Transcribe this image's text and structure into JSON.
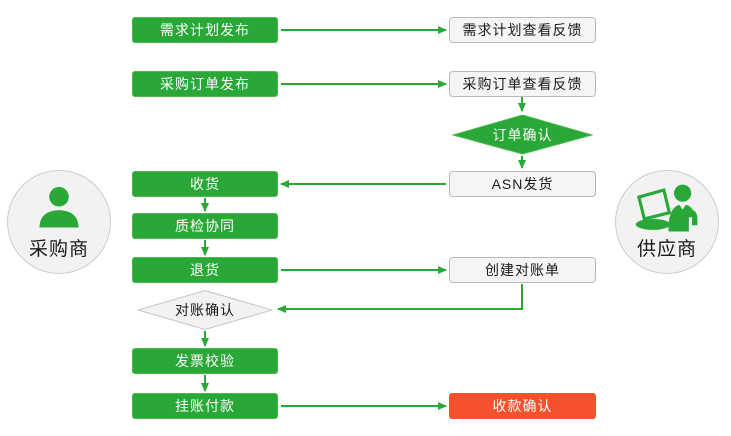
{
  "diagram": {
    "type": "procurement-collaboration-flowchart",
    "actors": {
      "buyer": {
        "label": "采购商"
      },
      "supplier": {
        "label": "供应商"
      }
    },
    "buyer_lane": [
      {
        "id": "demand-plan-publish",
        "label": "需求计划发布",
        "shape": "rect",
        "style": "green"
      },
      {
        "id": "purchase-order-publish",
        "label": "采购订单发布",
        "shape": "rect",
        "style": "green"
      },
      {
        "id": "receive-goods",
        "label": "收货",
        "shape": "rect",
        "style": "green"
      },
      {
        "id": "quality-collaboration",
        "label": "质检协同",
        "shape": "rect",
        "style": "green"
      },
      {
        "id": "return-goods",
        "label": "退货",
        "shape": "rect",
        "style": "green"
      },
      {
        "id": "reconciliation-confirm",
        "label": "对账确认",
        "shape": "diamond",
        "style": "neutral"
      },
      {
        "id": "invoice-verification",
        "label": "发票校验",
        "shape": "rect",
        "style": "green"
      },
      {
        "id": "book-payment",
        "label": "挂账付款",
        "shape": "rect",
        "style": "green"
      }
    ],
    "supplier_lane": [
      {
        "id": "demand-plan-feedback",
        "label": "需求计划查看反馈",
        "shape": "rect",
        "style": "neutral"
      },
      {
        "id": "purchase-order-feedback",
        "label": "采购订单查看反馈",
        "shape": "rect",
        "style": "neutral"
      },
      {
        "id": "order-confirm",
        "label": "订单确认",
        "shape": "diamond",
        "style": "green"
      },
      {
        "id": "asn-shipment",
        "label": "ASN发货",
        "shape": "rect",
        "style": "neutral"
      },
      {
        "id": "create-statement",
        "label": "创建对账单",
        "shape": "rect",
        "style": "neutral"
      },
      {
        "id": "payment-receipt-confirm",
        "label": "收款确认",
        "shape": "rect",
        "style": "red"
      }
    ],
    "colors": {
      "process_green": "#29a837",
      "highlight_red": "#f4512e",
      "neutral_fill": "#f5f5f5",
      "neutral_border": "#b9b9b9",
      "arrow_green": "#29a837",
      "text_dark": "#1a1a1a"
    }
  }
}
